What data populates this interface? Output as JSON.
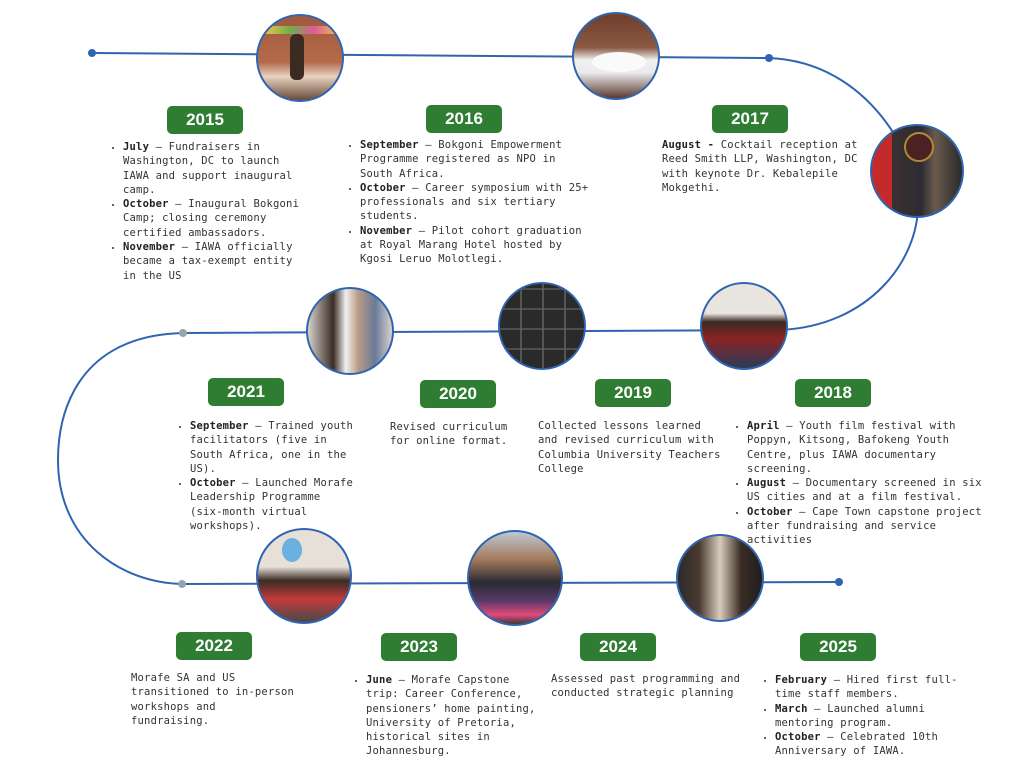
{
  "colors": {
    "line": "#2f64b3",
    "badge": "#2f7d32",
    "start_dot": "#2f64b3",
    "mid_dot": "#9aa3ad"
  },
  "years": {
    "y2015": {
      "label": "2015",
      "items": [
        {
          "month": "July",
          "sep": " – ",
          "text": "Fundraisers in Washington, DC to launch IAWA and support inaugural camp."
        },
        {
          "month": "October",
          "sep": " – ",
          "text": "Inaugural Bokgoni Camp; closing ceremony certified ambassadors."
        },
        {
          "month": "November",
          "sep": " – ",
          "text": "IAWA officially became a tax-exempt entity in the US"
        }
      ]
    },
    "y2016": {
      "label": "2016",
      "items": [
        {
          "month": "September",
          "sep": " – ",
          "text": "Bokgoni Empowerment Programme registered as NPO in South Africa."
        },
        {
          "month": "October",
          "sep": " – ",
          "text": "Career symposium with 25+ professionals and six tertiary students."
        },
        {
          "month": "November",
          "sep": " – ",
          "text": "Pilot cohort graduation at Royal Marang Hotel hosted by Kgosi Leruo Molotlegi."
        }
      ]
    },
    "y2017": {
      "label": "2017",
      "month": "August -",
      "text": " Cocktail reception at Reed Smith LLP, Washington, DC with keynote Dr. Kebalepile Mokgethi."
    },
    "y2018": {
      "label": "2018",
      "items": [
        {
          "month": "April",
          "sep": " – ",
          "text": "Youth film festival with Poppyn, Kitsong, Bafokeng Youth Centre, plus IAWA documentary screening."
        },
        {
          "month": "August",
          "sep": " – ",
          "text": "Documentary screened in six US cities and at a film festival."
        },
        {
          "month": "October",
          "sep": " – ",
          "text": "Cape Town capstone project after fundraising and service activities"
        }
      ]
    },
    "y2019": {
      "label": "2019",
      "text": "Collected lessons learned and revised curriculum with Columbia University Teachers College"
    },
    "y2020": {
      "label": "2020",
      "text": "Revised curriculum for online format."
    },
    "y2021": {
      "label": "2021",
      "items": [
        {
          "month": "September",
          "sep": " – ",
          "text": "Trained youth facilitators (five in South Africa, one in the US)."
        },
        {
          "month": "October",
          "sep": " – ",
          "text": "Launched Morafe Leadership Programme (six-month virtual workshops)."
        }
      ]
    },
    "y2022": {
      "label": "2022",
      "text": "Morafe SA and US transitioned to in-person workshops and fundraising."
    },
    "y2023": {
      "label": "2023",
      "items": [
        {
          "month": "June",
          "sep": " – ",
          "text": "Morafe Capstone trip: Career Conference, pensioners’ home painting, University of Pretoria, historical sites in Johannesburg."
        }
      ]
    },
    "y2024": {
      "label": "2024",
      "text": "Assessed past programming and conducted strategic planning"
    },
    "y2025": {
      "label": "2025",
      "items": [
        {
          "month": "February",
          "sep": " – ",
          "text": "Hired first full-time staff members."
        },
        {
          "month": "March",
          "sep": " – ",
          "text": "Launched alumni mentoring program."
        },
        {
          "month": "October",
          "sep": " – ",
          "text": "Celebrated 10th Anniversary of IAWA."
        }
      ]
    }
  }
}
